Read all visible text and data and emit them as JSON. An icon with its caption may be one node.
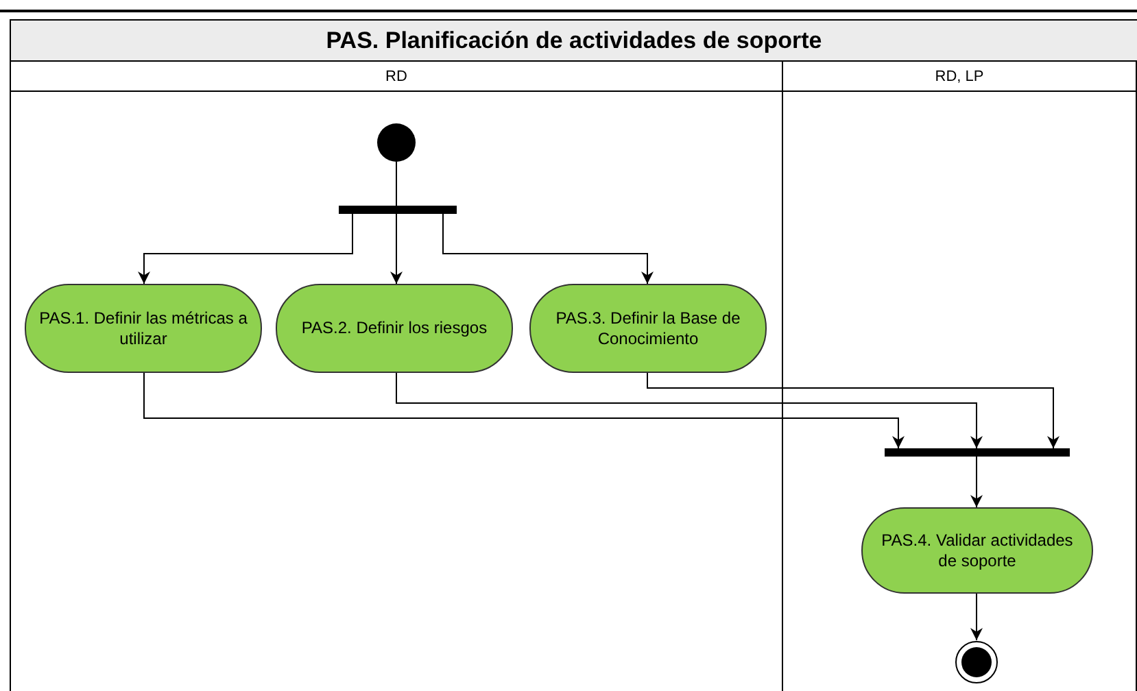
{
  "diagram": {
    "nodes": [
      {
        "text": [
          "PAS. Planificación de actividades de soporte"
        ]
      },
      {
        "text": [
          "RD"
        ],
        "in": 0
      },
      {
        "text": [
          "RD, LP"
        ],
        "in": 0
      },
      {
        "text": [],
        "shape": "circle",
        "in": 1
      },
      {
        "text": [],
        "shape": "bar",
        "in": 1
      },
      {
        "text": [
          "PAS.1. Definir las métricas a utilizar"
        ],
        "in": 1
      },
      {
        "text": [
          "PAS.2. Definir los riesgos"
        ],
        "in": 1
      },
      {
        "text": [
          "PAS.3. Definir la Base de Conocimiento"
        ],
        "in": 1
      },
      {
        "text": [],
        "shape": "bar",
        "in": 2
      },
      {
        "text": [
          "PAS.4. Validar actividades de soporte"
        ],
        "in": 2
      },
      {
        "text": [],
        "shape": "bullseye",
        "in": 2
      }
    ],
    "edges": [
      {
        "from": 3,
        "to": 4,
        "arrow": "none"
      },
      {
        "from": 4,
        "to": 5,
        "arrow": "to"
      },
      {
        "from": 4,
        "to": 6,
        "arrow": "to"
      },
      {
        "from": 4,
        "to": 7,
        "arrow": "to"
      },
      {
        "from": 5,
        "to": 8,
        "arrow": "to"
      },
      {
        "from": 6,
        "to": 8,
        "arrow": "to"
      },
      {
        "from": 7,
        "to": 8,
        "arrow": "to"
      },
      {
        "from": 8,
        "to": 9,
        "arrow": "to"
      },
      {
        "from": 9,
        "to": 10,
        "arrow": "to"
      }
    ]
  }
}
